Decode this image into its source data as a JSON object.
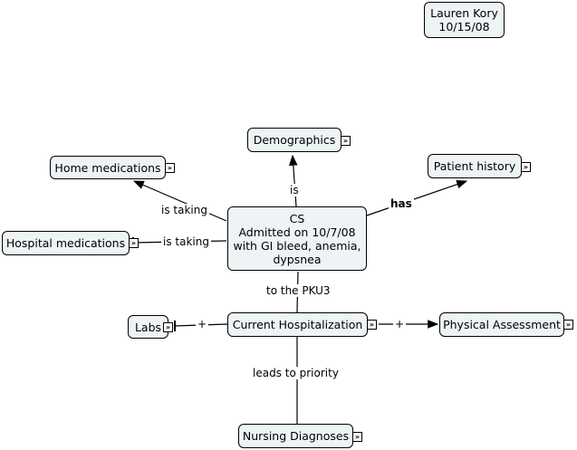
{
  "author_box": "Lauren Kory\n10/15/08",
  "nodes": {
    "center": "CS\nAdmitted on 10/7/08\nwith GI bleed, anemia,\ndypsnea",
    "demographics": "Demographics",
    "home_meds": "Home medications",
    "patient_history": "Patient history",
    "hospital_meds": "Hospital medications",
    "current_hosp": "Current Hospitalization",
    "labs": "Labs",
    "physical": "Physical Assessment",
    "nursing": "Nursing Diagnoses"
  },
  "links": {
    "is": "is",
    "is_taking_home": "is taking",
    "has": "has",
    "is_taking_hosp": "is taking",
    "to_pku": "to the PKU3",
    "plus_labs": "+",
    "plus_phys": "+",
    "leads": "leads to priority"
  },
  "expand_glyph": "»"
}
